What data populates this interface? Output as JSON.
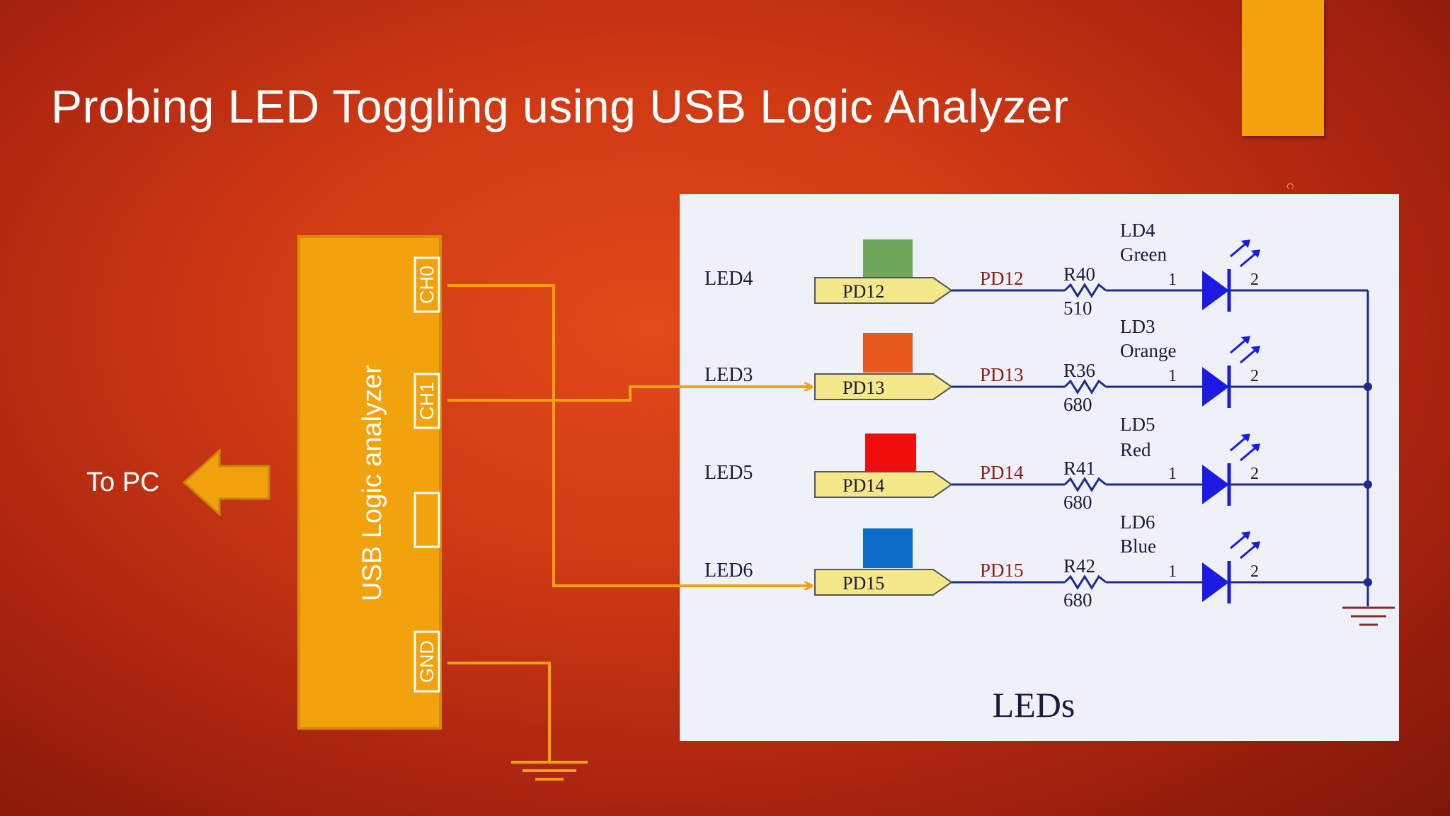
{
  "slide": {
    "title": "Probing LED Toggling using USB Logic Analyzer",
    "to_pc_label": "To PC",
    "side_text": "C"
  },
  "analyzer": {
    "label": "USB Logic analyzer",
    "pins": [
      "CH0",
      "CH1",
      "",
      "GND"
    ]
  },
  "schematic": {
    "title": "LEDs",
    "rows": [
      {
        "net": "LED4",
        "port": "PD12",
        "pin_net": "PD12",
        "resistor": "R40",
        "value": "510",
        "led": "LD4",
        "color_name": "Green",
        "pin1": "1",
        "pin2": "2",
        "swatch": "#6fa85a"
      },
      {
        "net": "LED3",
        "port": "PD13",
        "pin_net": "PD13",
        "resistor": "R36",
        "value": "680",
        "led": "LD3",
        "color_name": "Orange",
        "pin1": "1",
        "pin2": "2",
        "swatch": "#e8591e"
      },
      {
        "net": "LED5",
        "port": "PD14",
        "pin_net": "PD14",
        "resistor": "R41",
        "value": "680",
        "led": "LD5",
        "color_name": "Red",
        "pin1": "1",
        "pin2": "2",
        "swatch": "#f20d0d"
      },
      {
        "net": "LED6",
        "port": "PD15",
        "pin_net": "PD15",
        "resistor": "R42",
        "value": "680",
        "led": "LD6",
        "color_name": "Blue",
        "pin1": "1",
        "pin2": "2",
        "swatch": "#0a6cc4"
      }
    ]
  },
  "colors": {
    "accent": "#f2a20d",
    "wire": "#f2a20d",
    "schematic_line": "#1f2a8a",
    "led_blue": "#1a1ae0",
    "port_fill": "#f5e88a",
    "net_text": "#8b1a1a"
  }
}
